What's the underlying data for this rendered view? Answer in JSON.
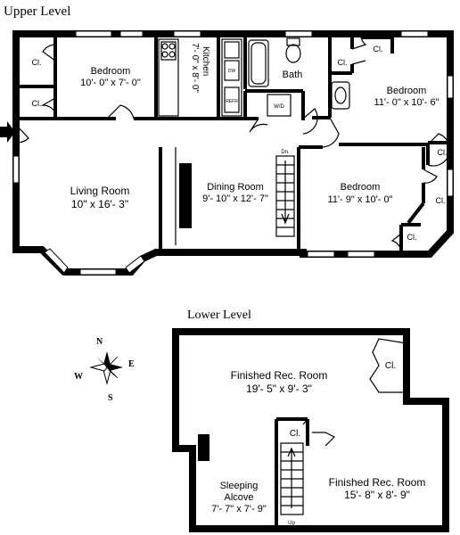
{
  "upper": {
    "title": "Upper Level",
    "rooms": [
      {
        "name": "Bedroom",
        "dims": "10'- 0\" x 7'- 0\""
      },
      {
        "name": "Kitchen",
        "dims": "7'- 0\" x 8'- 0\""
      },
      {
        "name": "Bath"
      },
      {
        "name": "Bedroom",
        "dims": "11'- 0\" x 10'- 6\""
      },
      {
        "name": "Living Room",
        "dims": "10\" x 16'- 3\""
      },
      {
        "name": "Dining Room",
        "dims": "9'- 10\" x 12'- 7\""
      },
      {
        "name": "Bedroom",
        "dims": "11'- 9\" x 10'- 0\""
      }
    ],
    "closet_label": "Cl.",
    "stair_label": "Dn.",
    "appliances": {
      "dw": "DW",
      "refr": "REFR",
      "wd": "W/D"
    }
  },
  "lower": {
    "title": "Lower Level",
    "rooms": [
      {
        "name": "Finished Rec. Room",
        "dims": "19'- 5\" x 9'- 3\""
      },
      {
        "name": "Sleeping",
        "name2": "Alcove",
        "dims": "7'- 7\" x 7'- 9\""
      },
      {
        "name": "Finished Rec. Room",
        "dims": "15'- 8\" x 8'- 9\""
      }
    ],
    "closet_label": "Cl.",
    "stair_label": "Up"
  },
  "compass": {
    "n": "N",
    "s": "S",
    "e": "E",
    "w": "W"
  }
}
